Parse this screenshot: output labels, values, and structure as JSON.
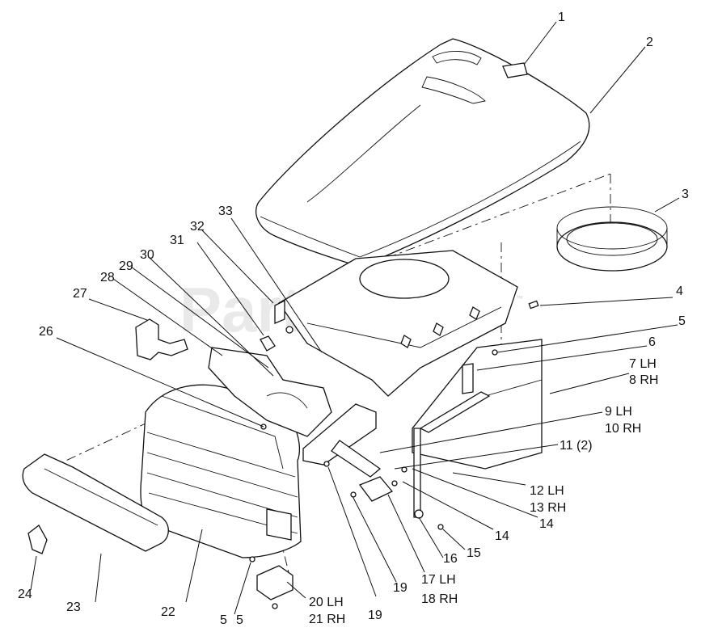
{
  "watermark": {
    "text": "PartsTree",
    "trademark": "™"
  },
  "callouts": [
    {
      "id": "c1",
      "text": "1"
    },
    {
      "id": "c2",
      "text": "2"
    },
    {
      "id": "c3",
      "text": "3"
    },
    {
      "id": "c4",
      "text": "4"
    },
    {
      "id": "c5a",
      "text": "5"
    },
    {
      "id": "c6",
      "text": "6"
    },
    {
      "id": "c7",
      "text": "7 LH"
    },
    {
      "id": "c8",
      "text": "8 RH"
    },
    {
      "id": "c9",
      "text": "9 LH"
    },
    {
      "id": "c10",
      "text": "10 RH"
    },
    {
      "id": "c11",
      "text": "11 (2)"
    },
    {
      "id": "c12",
      "text": "12 LH"
    },
    {
      "id": "c13",
      "text": "13 RH"
    },
    {
      "id": "c14a",
      "text": "14"
    },
    {
      "id": "c14b",
      "text": "14"
    },
    {
      "id": "c15",
      "text": "15"
    },
    {
      "id": "c16",
      "text": "16"
    },
    {
      "id": "c17",
      "text": "17 LH"
    },
    {
      "id": "c18",
      "text": "18 RH"
    },
    {
      "id": "c19a",
      "text": "19"
    },
    {
      "id": "c19b",
      "text": "19"
    },
    {
      "id": "c20",
      "text": "20 LH"
    },
    {
      "id": "c21",
      "text": "21 RH"
    },
    {
      "id": "c5b",
      "text": "5"
    },
    {
      "id": "c5c",
      "text": "5"
    },
    {
      "id": "c22",
      "text": "22"
    },
    {
      "id": "c23",
      "text": "23"
    },
    {
      "id": "c24",
      "text": "24"
    },
    {
      "id": "c26",
      "text": "26"
    },
    {
      "id": "c27",
      "text": "27"
    },
    {
      "id": "c28",
      "text": "28"
    },
    {
      "id": "c29",
      "text": "29"
    },
    {
      "id": "c30",
      "text": "30"
    },
    {
      "id": "c31",
      "text": "31"
    },
    {
      "id": "c32",
      "text": "32"
    },
    {
      "id": "c33",
      "text": "33"
    }
  ]
}
